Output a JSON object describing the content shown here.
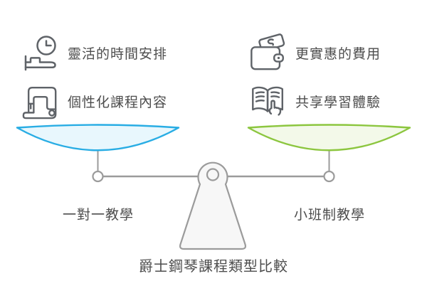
{
  "diagram": {
    "title": "爵士鋼琴課程類型比較"
  },
  "left_side": {
    "pan_label": "一對一教學",
    "features": [
      {
        "icon": "clock-schedule-icon",
        "text": "靈活的時間安排"
      },
      {
        "icon": "sewing-machine-icon",
        "text": "個性化課程內容"
      }
    ]
  },
  "right_side": {
    "pan_label": "小班制教學",
    "features": [
      {
        "icon": "wallet-cash-icon",
        "text": "更實惠的費用"
      },
      {
        "icon": "open-book-sharing-icon",
        "text": "共享學習體驗"
      }
    ]
  },
  "colors": {
    "left_pan_stroke": "#29ade4",
    "left_pan_fill": "#e8f7fd",
    "right_pan_stroke": "#8cc63f",
    "right_pan_fill": "#f3f9e9",
    "frame_stroke": "#9b9b9b",
    "pedestal_fill": "#f7f7f7",
    "icon_stroke": "#5f6368",
    "text_color": "#4d4d4d"
  }
}
